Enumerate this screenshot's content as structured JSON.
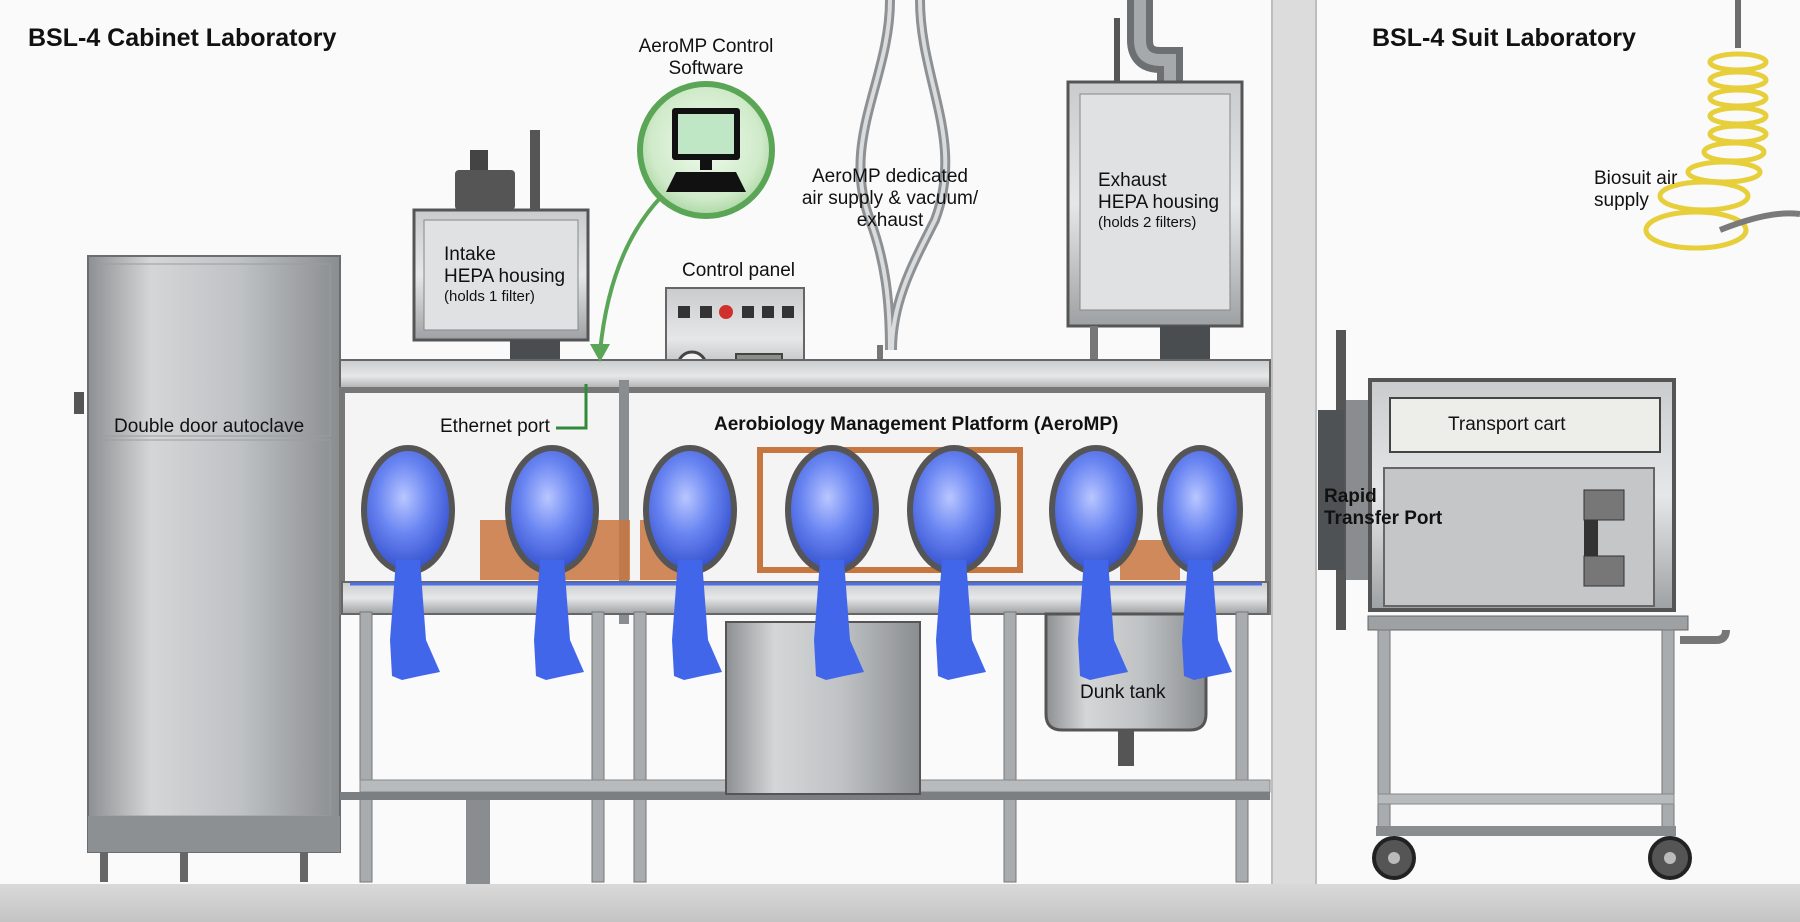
{
  "rooms": {
    "cabinet_lab": "BSL-4 Cabinet Laboratory",
    "suit_lab": "BSL-4 Suit Laboratory"
  },
  "labels": {
    "control_software_line1": "AeroMP Control",
    "control_software_line2": "Software",
    "air_supply_line1": "AeroMP dedicated",
    "air_supply_line2": "air supply & vacuum/",
    "air_supply_line3": "exhaust",
    "exhaust_line1": "Exhaust",
    "exhaust_line2": "HEPA housing",
    "exhaust_line3": "(holds 2 filters)",
    "intake_line1": "Intake",
    "intake_line2": "HEPA housing",
    "intake_line3": "(holds 1 filter)",
    "control_panel": "Control panel",
    "biosuit_line1": "Biosuit air",
    "biosuit_line2": "supply",
    "autoclave": "Double door autoclave",
    "ethernet": "Ethernet port",
    "aeromp": "Aerobiology Management Platform (AeroMP)",
    "transport_cart": "Transport cart",
    "rtp_line1": "Rapid",
    "rtp_line2": "Transfer Port",
    "dunk_tank": "Dunk tank"
  },
  "colors": {
    "glove": "#3f63e6",
    "arrow": "#5aa556",
    "steel": "#a9acae",
    "copper": "#c8763f",
    "ethernet": "#2f8a3a"
  }
}
